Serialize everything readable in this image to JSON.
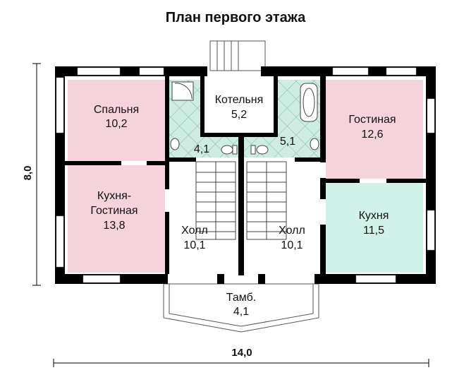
{
  "title": "План первого этажа",
  "dimensions": {
    "width": "14,0",
    "height": "8,0"
  },
  "colors": {
    "wall": "#000000",
    "pink": "#f5d3dc",
    "mint": "#d1f2e8",
    "tile": "#cfece2",
    "window": "#ffffff"
  },
  "rooms": {
    "spalnya": {
      "name": "Спальня",
      "area": "10,2"
    },
    "kotelnya": {
      "name": "Котельня",
      "area": "5,2"
    },
    "gostinaya": {
      "name": "Гостиная",
      "area": "12,6"
    },
    "kuhnya_gostinaya": {
      "name1": "Кухня-",
      "name2": "Гостиная",
      "area": "13,8"
    },
    "kuhnya": {
      "name": "Кухня",
      "area": "11,5"
    },
    "holl_left": {
      "name": "Холл",
      "area": "10,1"
    },
    "holl_right": {
      "name": "Холл",
      "area": "10,1"
    },
    "tamb": {
      "name": "Тамб.",
      "area": "4,1"
    },
    "bath_left": {
      "area": "4,1"
    },
    "bath_right": {
      "area": "5,1"
    }
  }
}
